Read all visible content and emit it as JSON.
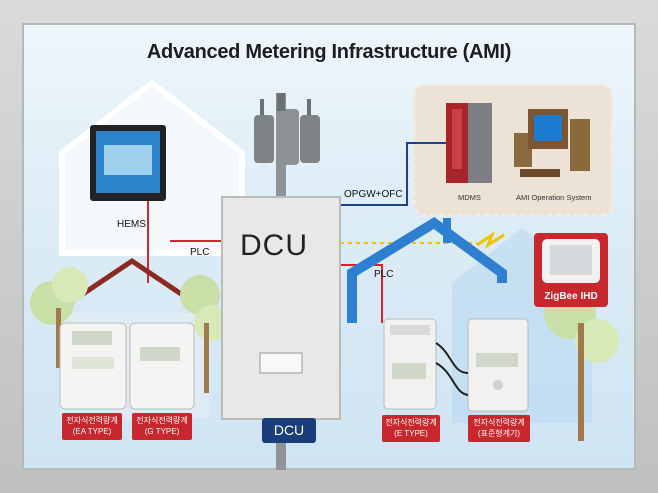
{
  "title": "Advanced Metering Infrastructure (AMI)",
  "labels": {
    "hems": "HEMS",
    "plc_left": "PLC",
    "plc_right": "PLC",
    "opgw": "OPGW+OFC",
    "mdms": "MDMS",
    "ami_os": "AMI Operation System",
    "dcu": "DCU",
    "dcu_tag": "DCU",
    "zigbee": "ZigBee IHD"
  },
  "meters": [
    {
      "line1": "전자식전력량계",
      "line2": "(EA TYPE)"
    },
    {
      "line1": "전자식전력량계",
      "line2": "(G TYPE)"
    },
    {
      "line1": "전자식전력량계",
      "line2": "(E TYPE)"
    },
    {
      "line1": "전자식전력량계",
      "line2": "(표준형계기)"
    }
  ],
  "colors": {
    "link_red": "#d6252b",
    "link_blue": "#1f3f8f",
    "house_blue": "#2f7fd1",
    "roof_red": "#8a2a22",
    "tag_red": "#c8272d",
    "wireless_yellow": "#f2c200"
  }
}
